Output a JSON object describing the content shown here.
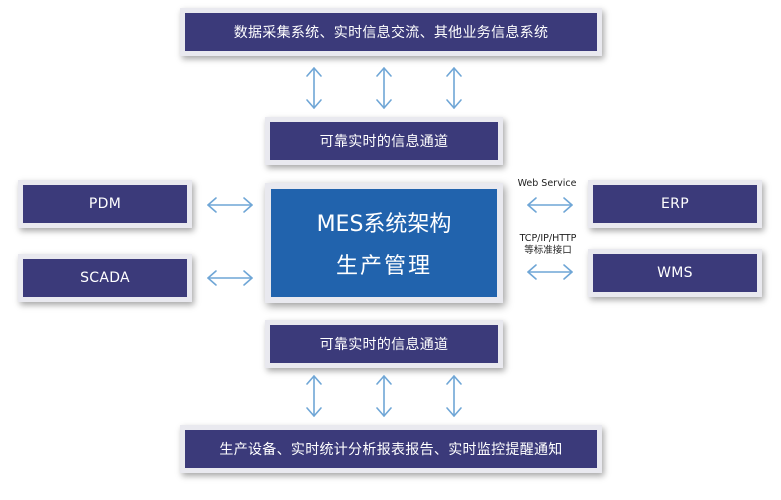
{
  "top_box": "数据采集系统、实时信息交流、其他业务信息系统",
  "channel_top": "可靠实时的信息通道",
  "channel_bottom": "可靠实时的信息通道",
  "bottom_box": "生产设备、实时统计分析报表报告、实时监控提醒通知",
  "center": {
    "line1": "MES系统架构",
    "line2": "生产管理"
  },
  "left_boxes": [
    "PDM",
    "SCADA"
  ],
  "right_boxes": [
    "ERP",
    "WMS"
  ],
  "protocol_labels": {
    "web_service": "Web Service",
    "tcp": "TCP/IP/HTTP",
    "interfaces": "等标准接口"
  },
  "colors": {
    "box_fill": "#3b3a7a",
    "center_fill": "#2163ad",
    "arrow": "#6fa6d6",
    "border": "#e9e9ef"
  }
}
